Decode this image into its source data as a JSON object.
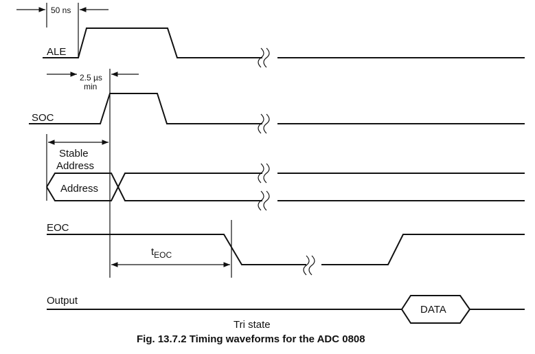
{
  "signals": {
    "ale": "ALE",
    "soc": "SOC",
    "eoc": "EOC",
    "output": "Output"
  },
  "annotations": {
    "t50": "50 ns",
    "t25": "2.5 µs",
    "t25_min": "min",
    "stable1": "Stable",
    "stable2": "Address",
    "address": "Address",
    "teoc_t": "t",
    "teoc_sub": "EOC",
    "data": "DATA",
    "tristate": "Tri state"
  },
  "caption": "Fig. 13.7.2 Timing waveforms for the ADC 0808"
}
